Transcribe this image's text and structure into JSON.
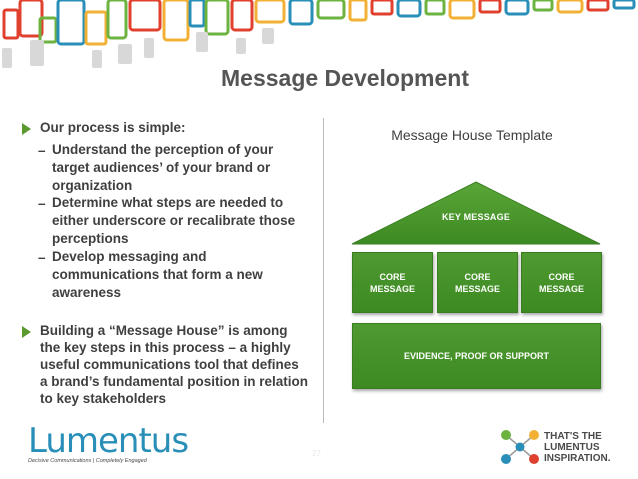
{
  "title": "Message Development",
  "left": {
    "bullet1": "Our process is simple:",
    "sub_items": [
      "Understand the perception of your target audiences’ of your brand or organization",
      "Determine what steps are needed to either underscore or recalibrate those perceptions",
      "Develop messaging and communications that form a new awareness"
    ],
    "dash": "–",
    "bullet2": "Building a “Message House” is among the key steps in this process – a highly useful communications tool that defines a brand’s fundamental position in relation to key stakeholders"
  },
  "house": {
    "title": "Message House Template",
    "roof_label": "KEY MESSAGE",
    "core_labels": [
      "CORE MESSAGE",
      "CORE MESSAGE",
      "CORE MESSAGE"
    ],
    "evidence_label": "EVIDENCE, PROOF OR SUPPORT"
  },
  "footer": {
    "logo_text": "Lumentus",
    "logo_tagline": "Decisive Communications | Completely Engaged",
    "page_number": "27",
    "tagline": "THAT'S THE LUMENTUS INSPIRATION."
  },
  "colors": {
    "accent_green": "#4f9a31",
    "title_gray": "#555555",
    "logo_blue": "#2a8fb8"
  }
}
